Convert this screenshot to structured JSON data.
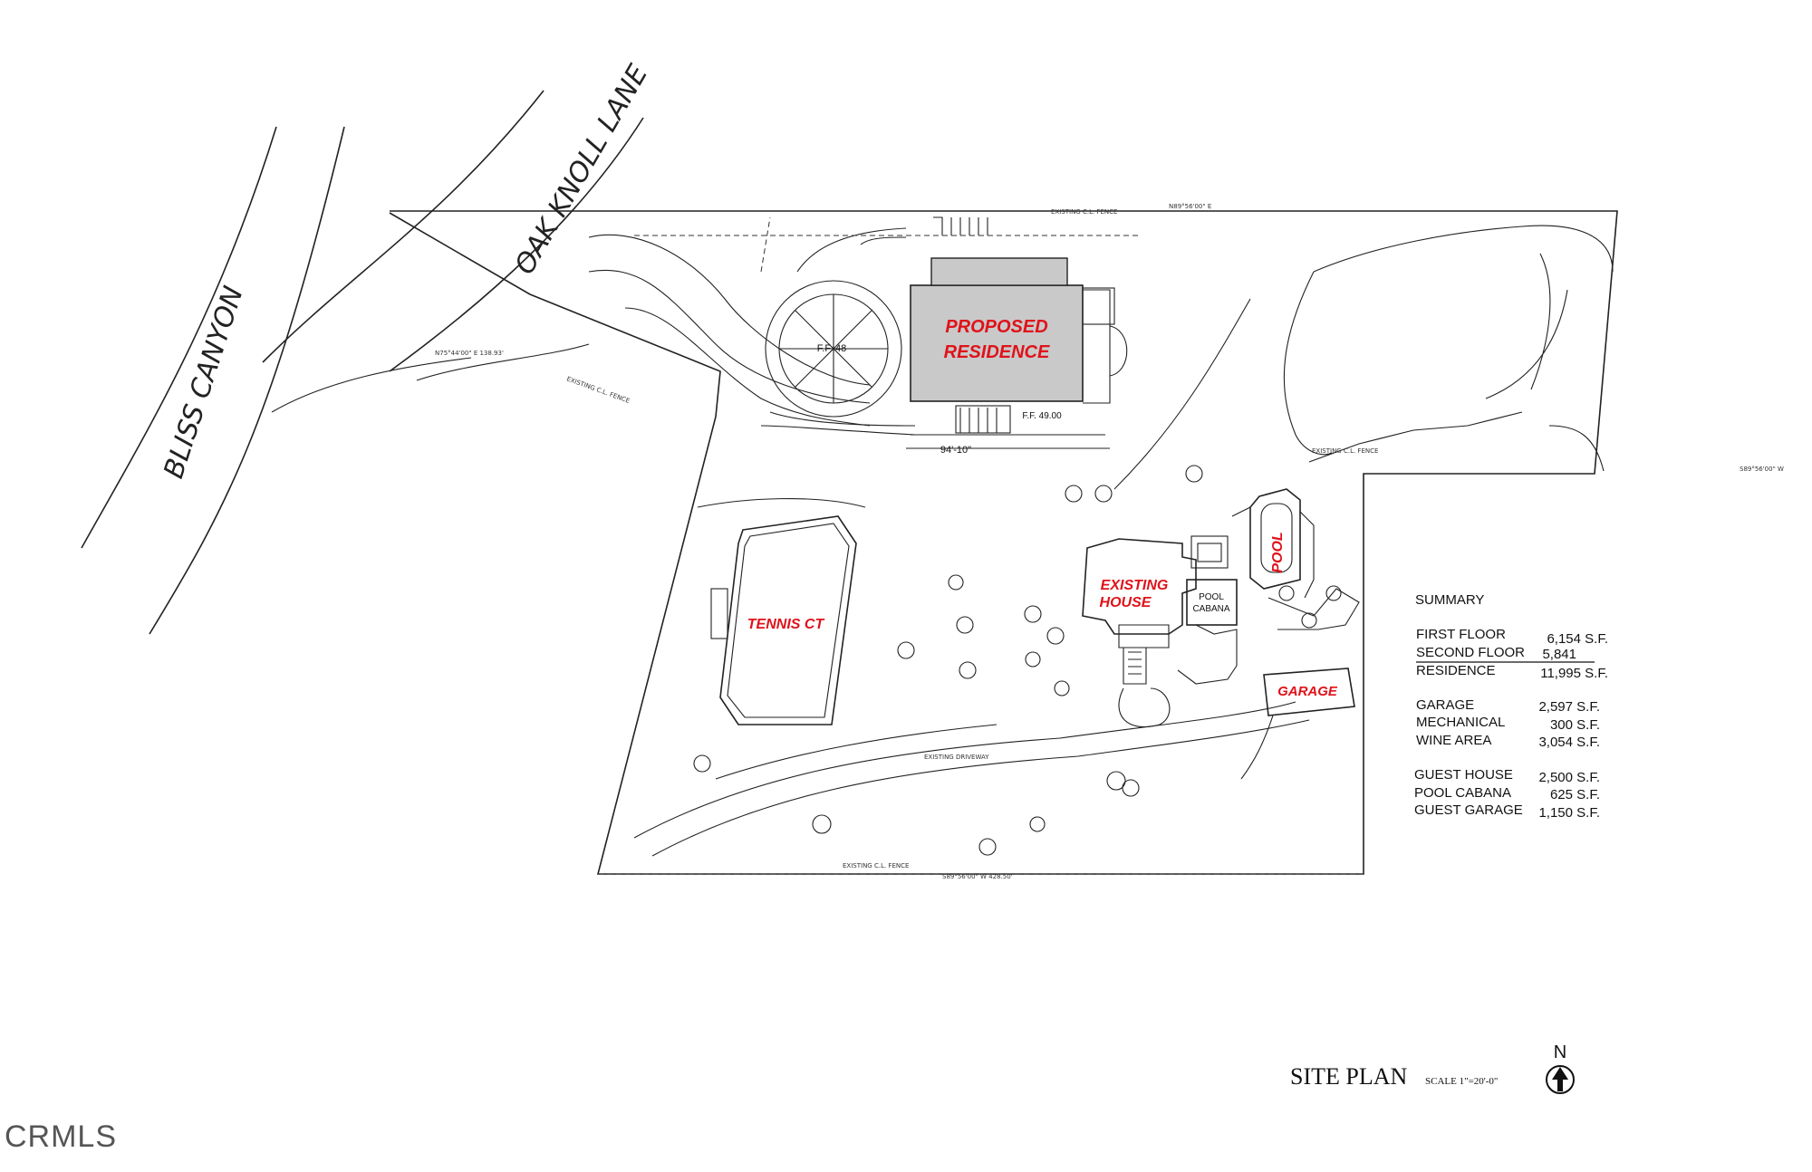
{
  "streets": {
    "bliss_canyon": "BLISS CANYON",
    "oak_knoll": "OAK KNOLL LANE"
  },
  "labels": {
    "proposed_1": "PROPOSED",
    "proposed_2": "RESIDENCE",
    "existing_1": "EXISTING",
    "existing_2": "HOUSE",
    "tennis": "TENNIS CT",
    "pool": "POOL",
    "pool_cabana_1": "POOL",
    "pool_cabana_2": "CABANA",
    "garage": "GARAGE",
    "ff1": "F.F. 48",
    "ff2": "F.F. 49.00",
    "dim1": "94'-10\""
  },
  "summary": {
    "title": "SUMMARY",
    "rows": [
      {
        "label": "FIRST FLOOR",
        "value": "6,154 S.F."
      },
      {
        "label": "SECOND FLOOR",
        "value": "5,841"
      },
      {
        "label": "RESIDENCE",
        "value": "11,995 S.F."
      },
      {
        "label": "GARAGE",
        "value": "2,597 S.F."
      },
      {
        "label": "MECHANICAL",
        "value": "300 S.F."
      },
      {
        "label": "WINE AREA",
        "value": "3,054 S.F."
      },
      {
        "label": "GUEST HOUSE",
        "value": "2,500 S.F."
      },
      {
        "label": "POOL CABANA",
        "value": "625 S.F."
      },
      {
        "label": "GUEST GARAGE",
        "value": "1,150 S.F."
      }
    ]
  },
  "title_block": {
    "title": "SITE PLAN",
    "scale": "SCALE 1\"=20'-0\"",
    "north": "N"
  },
  "watermark": "CRMLS",
  "colors": {
    "label_red": "#e0121a",
    "proposed_fill": "#c9c9c9",
    "line": "#222222"
  }
}
